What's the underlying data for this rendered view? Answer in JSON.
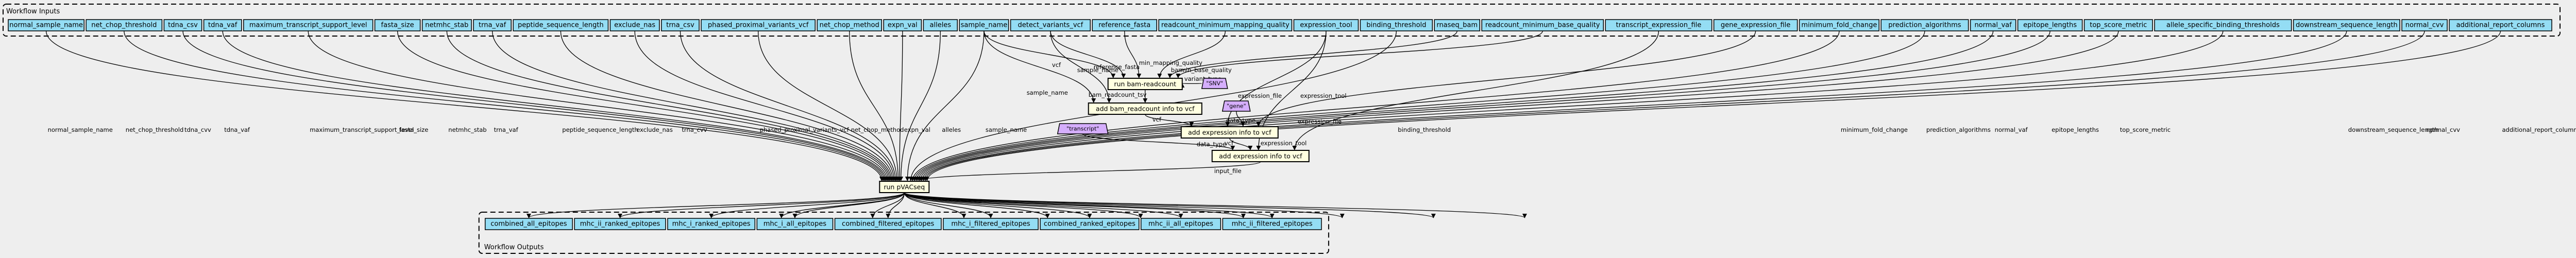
{
  "clusters": {
    "inputs_title": "Workflow Inputs",
    "outputs_title": "Workflow Outputs"
  },
  "inputs": [
    "normal_sample_name",
    "net_chop_threshold",
    "tdna_csv",
    "tdna_vaf",
    "maximum_transcript_support_level",
    "fasta_size",
    "netmhc_stab",
    "trna_vaf",
    "peptide_sequence_length",
    "exclude_nas",
    "trna_csv",
    "phased_proximal_variants_vcf",
    "net_chop_method",
    "expn_val",
    "alleles",
    "sample_name",
    "detect_variants_vcf",
    "reference_fasta",
    "readcount_minimum_mapping_quality",
    "expression_tool",
    "binding_threshold",
    "rnaseq_bam",
    "readcount_minimum_base_quality",
    "transcript_expression_file",
    "gene_expression_file",
    "minimum_fold_change",
    "prediction_algorithms",
    "normal_vaf",
    "epitope_lengths",
    "top_score_metric",
    "allele_specific_binding_thresholds",
    "downstream_sequence_length",
    "normal_cvv",
    "additional_report_columns"
  ],
  "outputs": [
    "combined_all_epitopes",
    "mhc_ii_ranked_epitopes",
    "mhc_i_ranked_epitopes",
    "mhc_i_all_epitopes",
    "combined_filtered_epitopes",
    "mhc_i_filtered_epitopes",
    "combined_ranked_epitopes",
    "mhc_ii_all_epitopes",
    "mhc_ii_filtered_epitopes"
  ],
  "steps": {
    "bam_readcount": "run bam-readcount",
    "add_bam_readcount": "add bam_readcount info to vcf",
    "add_expr_gene": "add expression info to vcf",
    "add_expr_transcript": "add expression info to vcf",
    "pvacseq": "run pVACseq"
  },
  "literals": {
    "snv": "\"SNV\"",
    "gene": "\"gene\"",
    "transcript": "\"transcript\""
  },
  "edge_labels": {
    "normal_sample_name": "normal_sample_name",
    "net_chop_threshold": "net_chop_threshold",
    "tdna_csv": "tdna_cvv",
    "tdna_vaf": "tdna_vaf",
    "maximum_transcript_support_level": "maximum_transcript_support_level",
    "fasta_size": "fasta_size",
    "netmhc_stab": "netmhc_stab",
    "trna_vaf": "trna_vaf",
    "peptide_sequence_length": "peptide_sequence_length",
    "exclude_nas": "exclude_nas",
    "trna_csv": "trna_cvv",
    "phased_proximal_variants_vcf": "phased_proximal_variants_vcf",
    "net_chop_method": "net_chop_method",
    "expn_val": "expn_val",
    "alleles": "alleles",
    "sample_name_pv": "sample_name",
    "sample_name_br": "sample_name",
    "sample_name_add": "sample_name",
    "sample_name_right": "sample_name",
    "vcf1": "vcf",
    "reference_fasta": "reference_fasta",
    "min_map_q": "min_mapping_quality",
    "rnaseq_bam": "bam",
    "min_base_q": "min_base_quality",
    "variant_type": "variant_type",
    "bam_readcount_tsv": "bam_readcount_tsv",
    "vcf2": "vcf",
    "vcf3": "vcf",
    "expression_tool_g": "expression_tool",
    "expression_tool_t": "expression_tool",
    "expression_file_g": "expression_file",
    "expression_file_t": "expression_file",
    "data_type_g": "data_type",
    "data_type_t": "data_type",
    "input_file": "input_file",
    "binding_threshold": "binding_threshold",
    "minimum_fold_change": "minimum_fold_change",
    "prediction_algorithms": "prediction_algorithms",
    "normal_vaf": "normal_vaf",
    "epitope_lengths": "epitope_lengths",
    "top_score_metric": "top_score_metric",
    "downstream_sequence_length": "downstream_sequence_length",
    "normal_cvv": "normal_cvv",
    "additional_report_columns": "additional_report_columns"
  }
}
